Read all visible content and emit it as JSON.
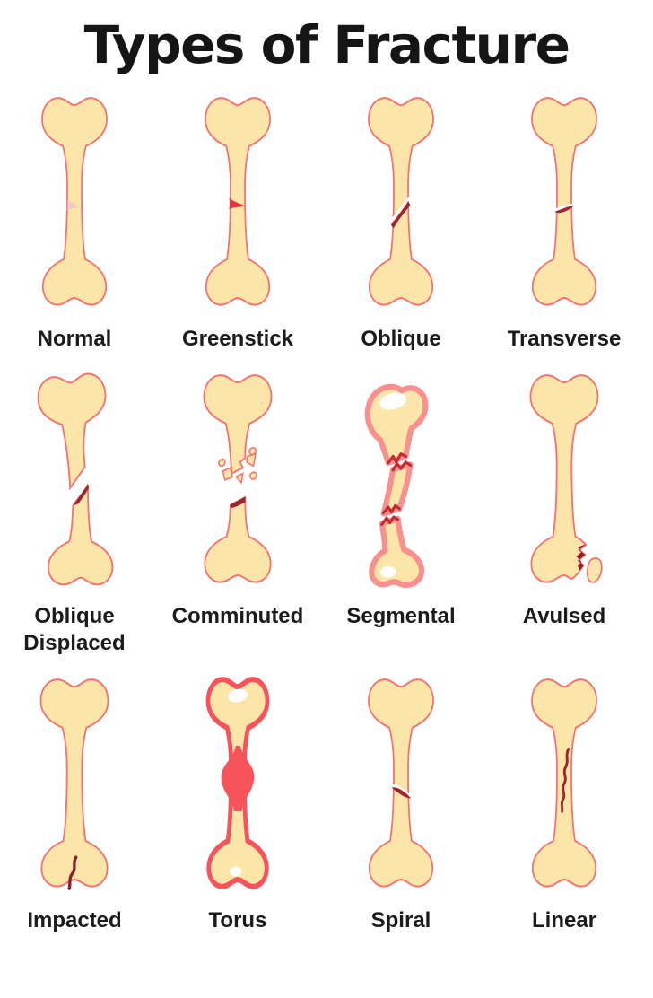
{
  "title": "Types of Fracture",
  "bones": [
    {
      "label": "Normal",
      "variant": "normal"
    },
    {
      "label": "Greenstick",
      "variant": "greenstick"
    },
    {
      "label": "Oblique",
      "variant": "oblique"
    },
    {
      "label": "Transverse",
      "variant": "transverse"
    },
    {
      "label": "Oblique Displaced",
      "variant": "oblique_displaced"
    },
    {
      "label": "Comminuted",
      "variant": "comminuted"
    },
    {
      "label": "Segmental",
      "variant": "segmental"
    },
    {
      "label": "Avulsed",
      "variant": "avulsed"
    },
    {
      "label": "Impacted",
      "variant": "impacted"
    },
    {
      "label": "Torus",
      "variant": "torus"
    },
    {
      "label": "Spiral",
      "variant": "spiral"
    },
    {
      "label": "Linear",
      "variant": "linear"
    }
  ],
  "colors": {
    "background": "#FFFFFF",
    "bone_fill": "#FBE5A9",
    "bone_outline": "#F5736F",
    "fracture_dark_red": "#9E2430",
    "greenstick_red": "#E23440",
    "torus_red": "#F8525B",
    "segmental_halo_pink": "#F9908E",
    "segmental_crack_red": "#C22B33",
    "normal_faint_pink": "#F3BFCC",
    "title_color": "#151515",
    "label_color": "#1B1B1B"
  }
}
